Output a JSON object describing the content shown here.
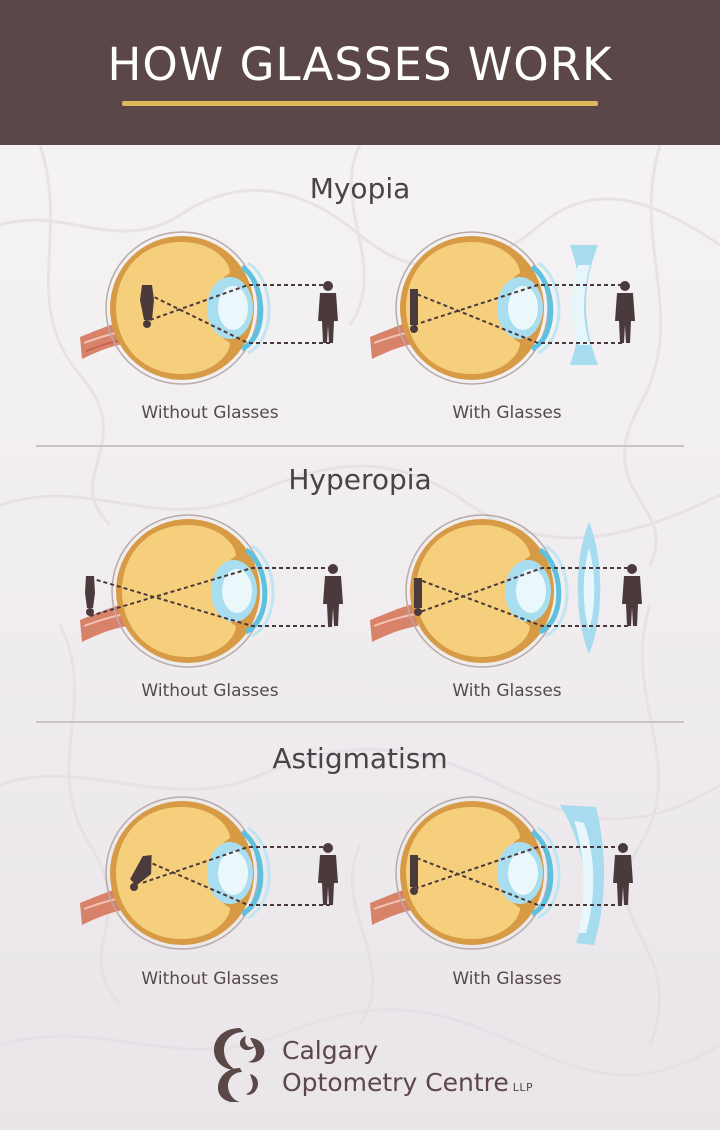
{
  "header": {
    "title": "HOW GLASSES WORK",
    "accent_color": "#e1b85c",
    "background_color": "#5b4748"
  },
  "sections": [
    {
      "title": "Myopia",
      "panels": [
        {
          "caption": "Without Glasses",
          "image_position": "in front of retina (inside eye)",
          "lens": "none"
        },
        {
          "caption": "With Glasses",
          "image_position": "on retina",
          "lens": "concave"
        }
      ]
    },
    {
      "title": "Hyperopia",
      "panels": [
        {
          "caption": "Without Glasses",
          "image_position": "behind retina (outside eye)",
          "lens": "none"
        },
        {
          "caption": "With Glasses",
          "image_position": "on retina",
          "lens": "convex"
        }
      ]
    },
    {
      "title": "Astigmatism",
      "panels": [
        {
          "caption": "Without Glasses",
          "image_position": "distorted/tilted inside eye",
          "lens": "none"
        },
        {
          "caption": "With Glasses",
          "image_position": "on retina",
          "lens": "cylindrical/toric"
        }
      ]
    }
  ],
  "logo": {
    "line1": "Calgary",
    "line2": "Optometry Centre",
    "suffix": "LLP",
    "icon": "cc-monogram-icon"
  },
  "colors": {
    "eye_fill": "#f6cf7d",
    "eye_wall": "#d79a45",
    "lens_blue": "#8fd2ec",
    "figure": "#4b3a3c",
    "text": "#4b4146"
  }
}
